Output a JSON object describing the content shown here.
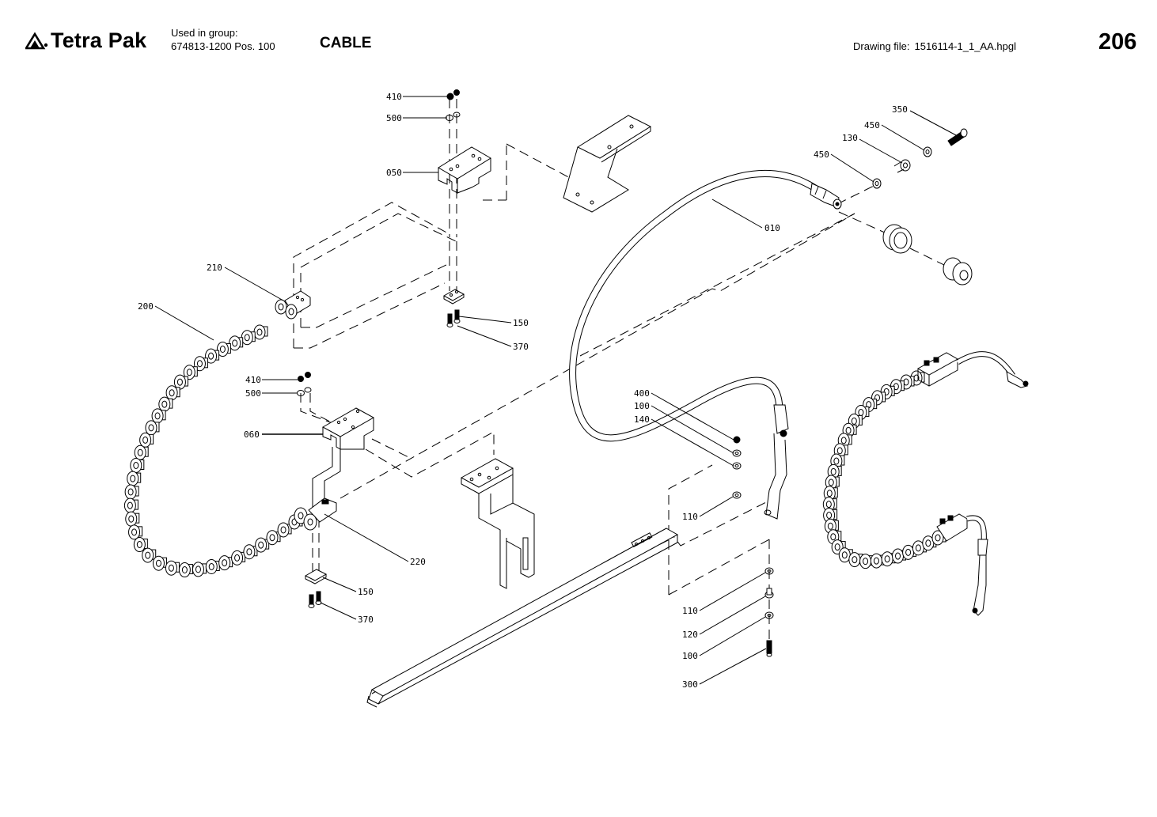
{
  "header": {
    "brand": "Tetra Pak",
    "used_in_group_label": "Used in group:",
    "used_in_group_value": "674813-1200 Pos. 100",
    "title": "CABLE",
    "drawing_file_label": "Drawing file:",
    "drawing_file_value": "1516114-1_1_AA.hpgl",
    "page_number": "206"
  },
  "callouts": [
    {
      "id": "c410a",
      "label": "410"
    },
    {
      "id": "c500a",
      "label": "500"
    },
    {
      "id": "c050",
      "label": "050"
    },
    {
      "id": "c210",
      "label": "210"
    },
    {
      "id": "c200",
      "label": "200"
    },
    {
      "id": "c150a",
      "label": "150"
    },
    {
      "id": "c370a",
      "label": "370"
    },
    {
      "id": "c410b",
      "label": "410"
    },
    {
      "id": "c500b",
      "label": "500"
    },
    {
      "id": "c060",
      "label": "060"
    },
    {
      "id": "c220",
      "label": "220"
    },
    {
      "id": "c150b",
      "label": "150"
    },
    {
      "id": "c370b",
      "label": "370"
    },
    {
      "id": "c010",
      "label": "010"
    },
    {
      "id": "c350",
      "label": "350"
    },
    {
      "id": "c450a",
      "label": "450"
    },
    {
      "id": "c130",
      "label": "130"
    },
    {
      "id": "c450b",
      "label": "450"
    },
    {
      "id": "c400",
      "label": "400"
    },
    {
      "id": "c100a",
      "label": "100"
    },
    {
      "id": "c140",
      "label": "140"
    },
    {
      "id": "c110a",
      "label": "110"
    },
    {
      "id": "c110b",
      "label": "110"
    },
    {
      "id": "c120",
      "label": "120"
    },
    {
      "id": "c100b",
      "label": "100"
    },
    {
      "id": "c300",
      "label": "300"
    }
  ]
}
